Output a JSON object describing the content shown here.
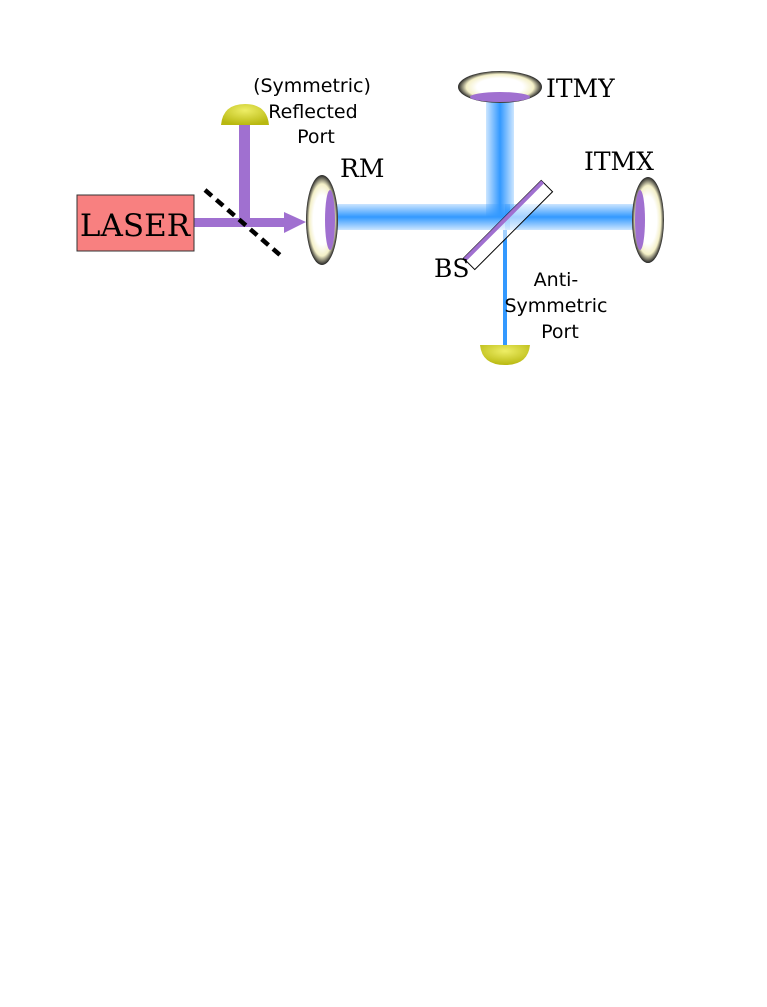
{
  "labels": {
    "laser": "LASER",
    "rm": "RM",
    "itmy": "ITMY",
    "itmx": "ITMX",
    "bs": "BS",
    "reflected_port": [
      "(Symmetric)",
      "Reflected",
      "Port"
    ],
    "antisymmetric_port": [
      "Anti-",
      "Symmetric",
      "Port"
    ]
  },
  "colors": {
    "laser_box": "#f88080",
    "input_beam": "#a070d0",
    "arm_beam": "#3399ff",
    "mirror_coating": "#a070d0",
    "photodetector": "#d6d62a"
  }
}
